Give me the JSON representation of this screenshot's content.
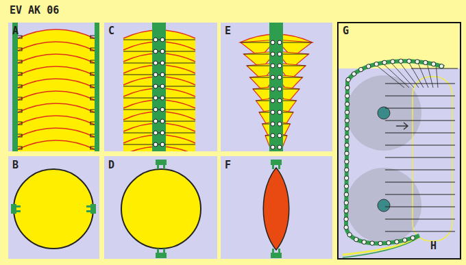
{
  "diagram": {
    "title": "EV AK 06",
    "labels": [
      "A",
      "B",
      "C",
      "D",
      "E",
      "F",
      "G",
      "H"
    ]
  }
}
